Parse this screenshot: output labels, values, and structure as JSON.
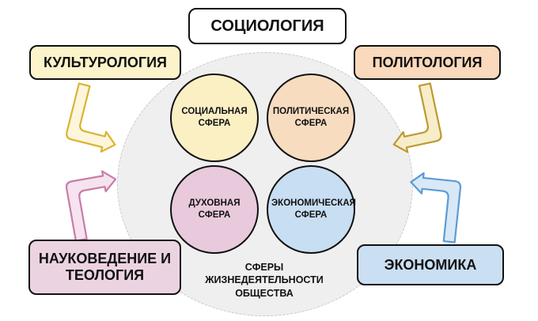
{
  "palette": {
    "background": "#FFFFFF",
    "outline_black": "#111111",
    "ellipse_fill": "#EFEFEF",
    "ellipse_border": "#C9C9C9",
    "box_cream": "#FCF3CB",
    "box_peach": "#FAD9BC",
    "box_pink": "#EBD3E2",
    "box_blue": "#CBDFF3",
    "circle_cream": "#FBF0C4",
    "circle_peach": "#F8DCC0",
    "circle_pink": "#E8CADC",
    "circle_blue": "#C8DEF2",
    "arrow_yellow_fill": "#FDF6DC",
    "arrow_yellow_stroke": "#D9B430",
    "arrow_gold_fill": "#F7EDCB",
    "arrow_gold_stroke": "#BD9A2F",
    "arrow_pink_fill": "#F6E3EF",
    "arrow_pink_stroke": "#C77DA8",
    "arrow_blue_fill": "#D9E8F7",
    "arrow_blue_stroke": "#5B9BD5"
  },
  "boxes": {
    "sociology": {
      "label": "СОЦИОЛОГИЯ"
    },
    "culturology": {
      "label": "КУЛЬТУРОЛОГИЯ"
    },
    "politology": {
      "label": "ПОЛИТОЛОГИЯ"
    },
    "science_theology": {
      "label": "НАУКОВЕДЕНИЕ И ТЕОЛОГИЯ"
    },
    "economics": {
      "label": "ЭКОНОМИКА"
    }
  },
  "spheres": {
    "social": {
      "label": "СОЦИАЛЬНАЯ СФЕРА"
    },
    "political": {
      "label": "ПОЛИТИЧЕСКАЯ СФЕРА"
    },
    "spiritual": {
      "label": "ДУХОВНАЯ СФЕРА"
    },
    "economic": {
      "label": "ЭКОНОМИЧЕСКАЯ СФЕРА"
    }
  },
  "ellipse": {
    "caption": "СФЕРЫ ЖИЗНЕДЕЯТЕЛЬНОСТИ ОБЩЕСТВА"
  },
  "arrows": [
    {
      "name": "culturology-to-spheres",
      "color": "yellow",
      "direction": "down-right"
    },
    {
      "name": "politology-to-spheres",
      "color": "gold",
      "direction": "down-left"
    },
    {
      "name": "science-theology-to-spheres",
      "color": "pink",
      "direction": "up-right"
    },
    {
      "name": "economics-to-spheres",
      "color": "blue",
      "direction": "left"
    }
  ]
}
